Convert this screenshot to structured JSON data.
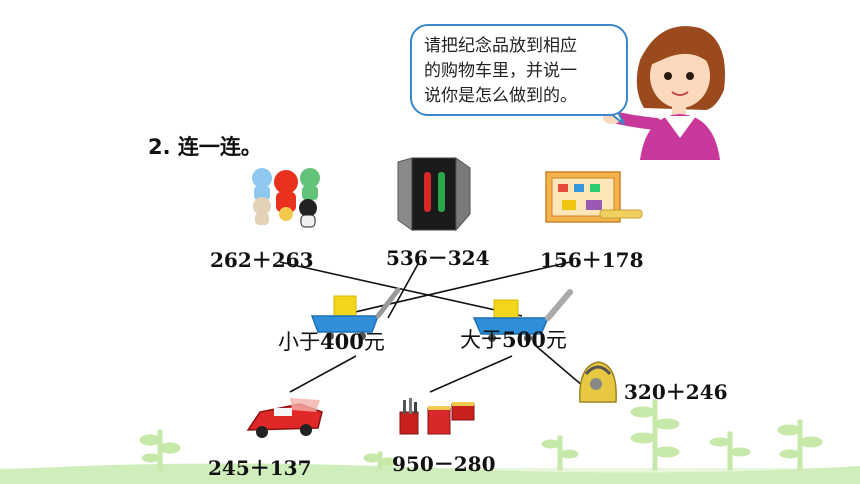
{
  "speech": {
    "line1": "请把纪念品放到相应",
    "line2": "的购物车里，并说一",
    "line3": "说你是怎么做到的。"
  },
  "title": "2. 连一连。",
  "items": [
    {
      "expr": "262＋263",
      "icon": "mascot-dolls-icon"
    },
    {
      "expr": "536－324",
      "icon": "pen-gift-box-icon"
    },
    {
      "expr": "156＋178",
      "icon": "toy-set-box-icon"
    },
    {
      "expr": "245＋137",
      "icon": "toy-race-car-icon"
    },
    {
      "expr": "950－280",
      "icon": "pen-holder-set-icon"
    },
    {
      "expr": "320＋246",
      "icon": "backpack-icon"
    }
  ],
  "carts": [
    {
      "label_prefix": "小于",
      "label_num": "400",
      "label_suffix": "元",
      "icon": "shopping-cart-icon"
    },
    {
      "label_prefix": "大于",
      "label_num": "500",
      "label_suffix": "元",
      "icon": "shopping-cart-icon"
    }
  ],
  "colors": {
    "bubble_border": "#3a86c8",
    "cart_blue": "#2f8fd8",
    "cart_box": "#f2d51c",
    "grass_green": "#c9e9b0",
    "line": "#111111"
  }
}
